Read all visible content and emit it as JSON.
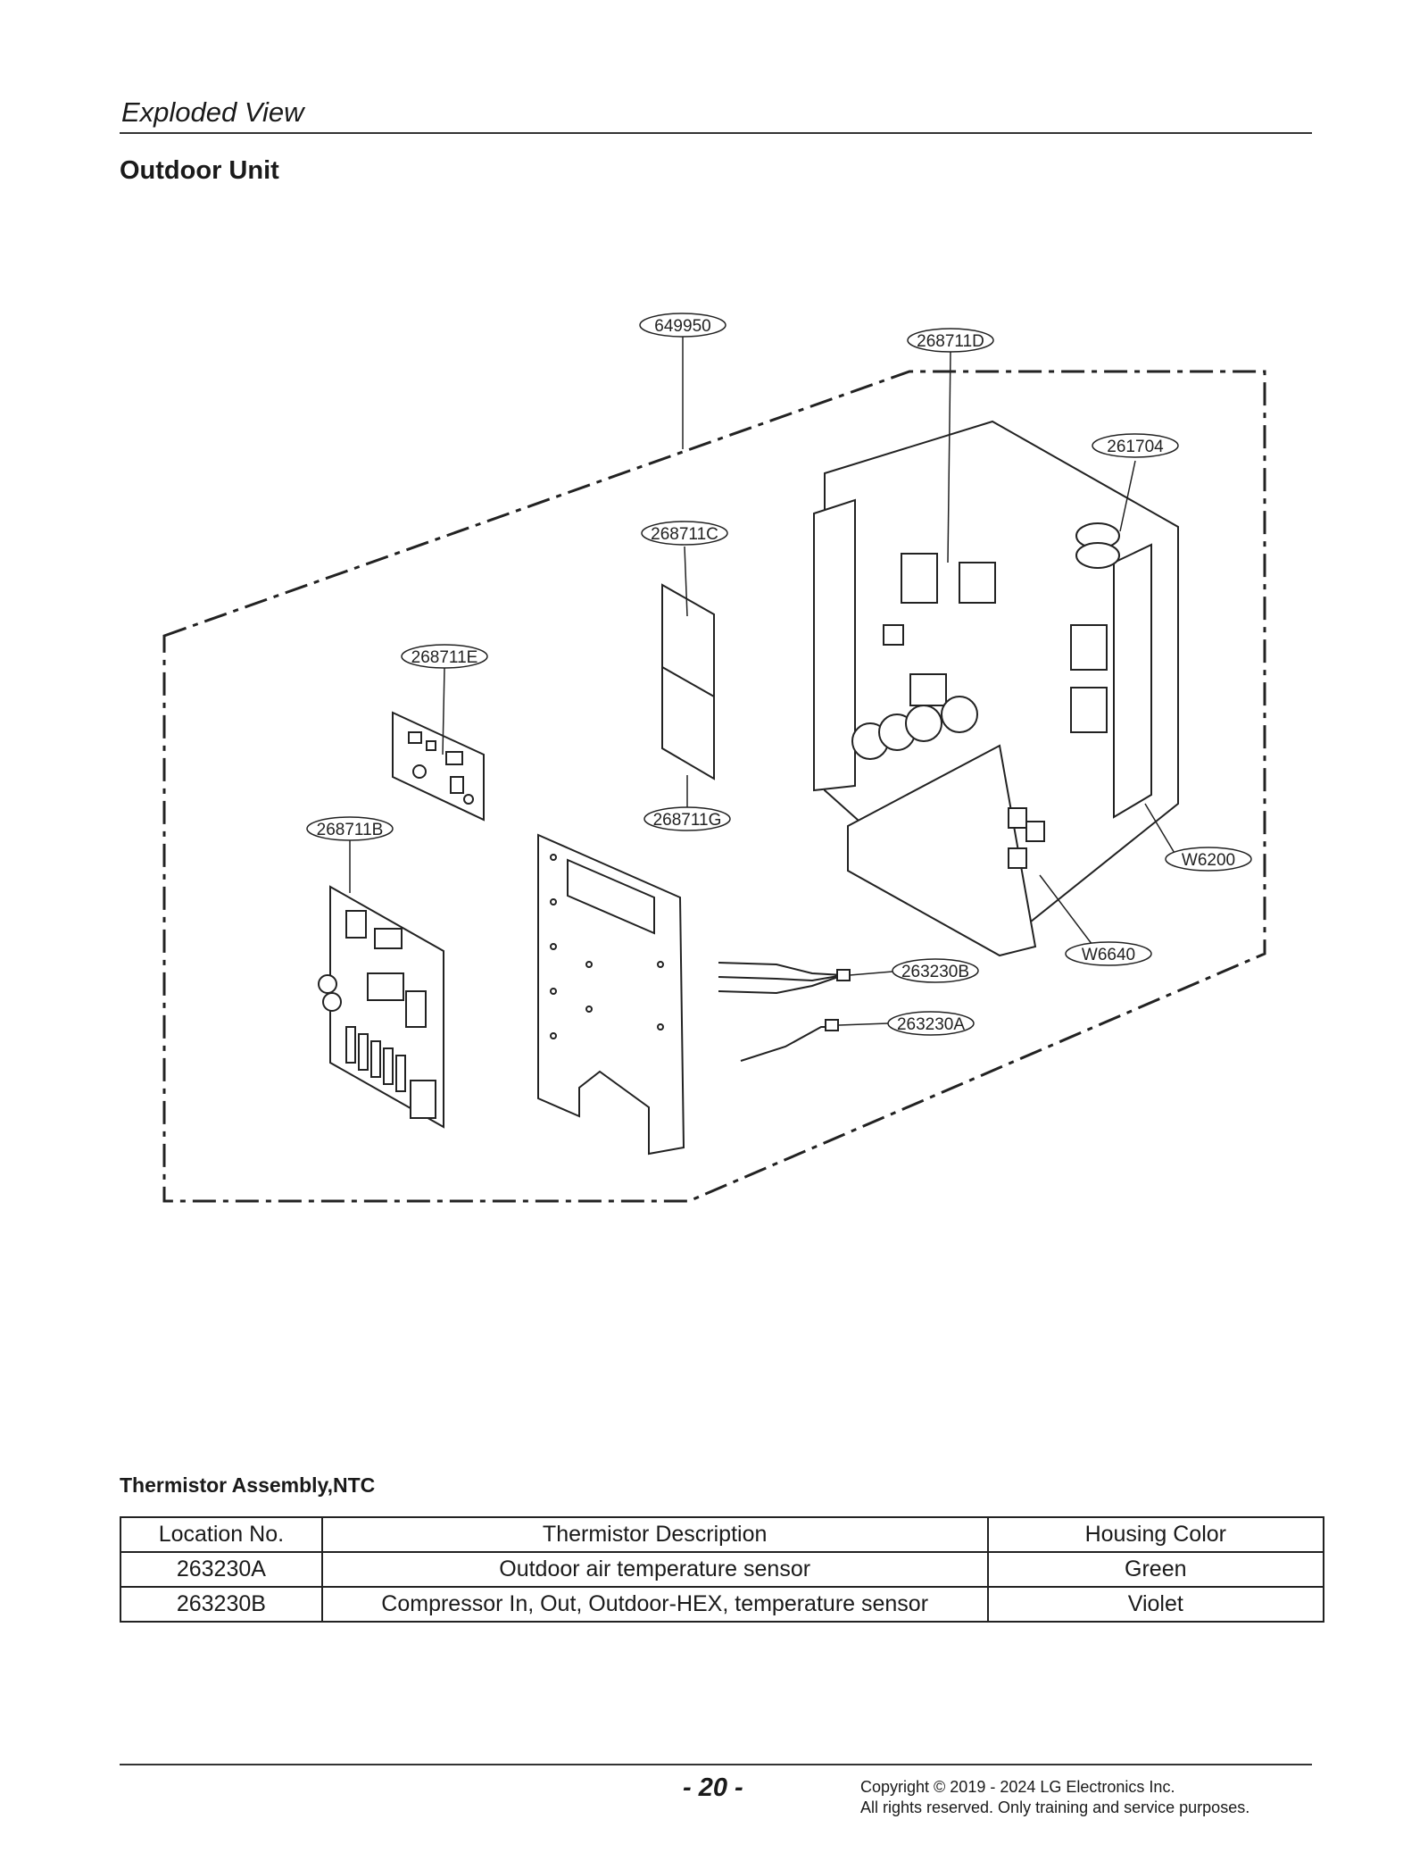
{
  "header": {
    "section_title": "Exploded View",
    "page_title": "Outdoor Unit"
  },
  "diagram": {
    "callouts": [
      {
        "id": "c1",
        "label": "649950"
      },
      {
        "id": "c2",
        "label": "268711D"
      },
      {
        "id": "c3",
        "label": "261704"
      },
      {
        "id": "c4",
        "label": "268711C"
      },
      {
        "id": "c5",
        "label": "268711E"
      },
      {
        "id": "c6",
        "label": "268711G"
      },
      {
        "id": "c7",
        "label": "268711B"
      },
      {
        "id": "c8",
        "label": "W6200"
      },
      {
        "id": "c9",
        "label": "W6640"
      },
      {
        "id": "c10",
        "label": "263230B"
      },
      {
        "id": "c11",
        "label": "263230A"
      }
    ]
  },
  "table": {
    "title": "Thermistor Assembly,NTC",
    "columns": [
      "Location No.",
      "Thermistor Description",
      "Housing Color"
    ],
    "rows": [
      [
        "263230A",
        "Outdoor air temperature sensor",
        "Green"
      ],
      [
        "263230B",
        "Compressor In, Out, Outdoor-HEX, temperature sensor",
        "Violet"
      ]
    ]
  },
  "footer": {
    "page_number": "- 20 -",
    "copyright_line1": "Copyright © 2019 - 2024 LG Electronics Inc.",
    "copyright_line2": "All rights reserved. Only training and service purposes."
  }
}
